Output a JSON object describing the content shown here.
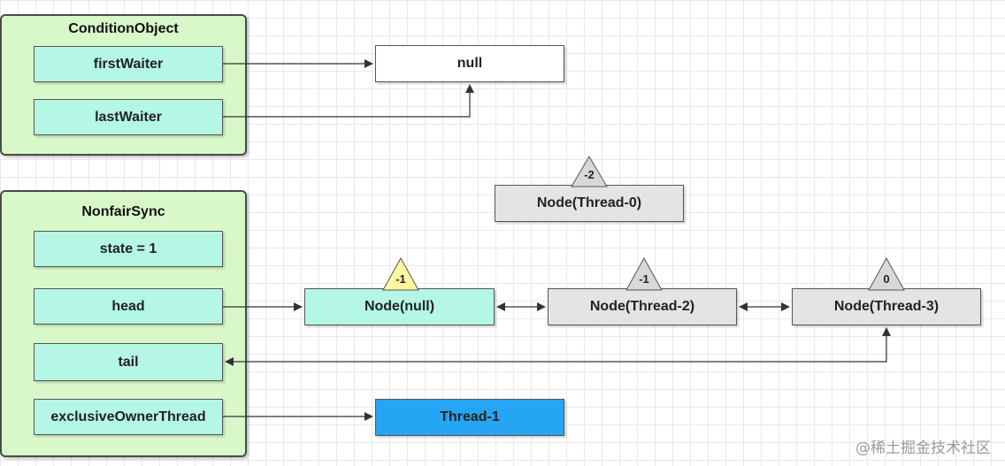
{
  "condition_object": {
    "title": "ConditionObject",
    "fields": {
      "first_waiter": "firstWaiter",
      "last_waiter": "lastWaiter"
    }
  },
  "nonfair_sync": {
    "title": "NonfairSync",
    "fields": {
      "state": "state = 1",
      "head": "head",
      "tail": "tail",
      "exclusive_owner_thread": "exclusiveOwnerThread"
    }
  },
  "nodes": {
    "null_box": "null",
    "thread0": {
      "label": "Node(Thread-0)",
      "wait_status": "-2"
    },
    "node_null": {
      "label": "Node(null)",
      "wait_status": "-1"
    },
    "thread2": {
      "label": "Node(Thread-2)",
      "wait_status": "-1"
    },
    "thread3": {
      "label": "Node(Thread-3)",
      "wait_status": "0"
    },
    "thread1": "Thread-1"
  },
  "watermark": "@稀土掘金技术社区",
  "colors": {
    "group_bg": "#d9f8c9",
    "field_bg": "#b4f7e4",
    "node_grey": "#e4e4e4",
    "owner_blue": "#26a5f4",
    "status_yellow": "#fff6a0"
  }
}
